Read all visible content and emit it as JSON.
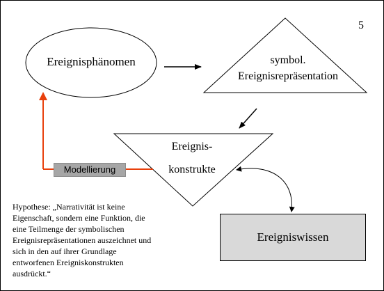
{
  "slide": {
    "page_number": "5"
  },
  "nodes": {
    "ellipse_label": "Ereignisphänomen",
    "triangle_up_lines": [
      "symbol.",
      "Ereignisrepräsentation"
    ],
    "triangle_down_lines": [
      "Ereignis-",
      "konstrukte"
    ],
    "model_label": "Modellierung",
    "knowledge_label": "Ereigniswissen"
  },
  "hypothesis_lines": [
    "Hypothese: „Narrativität ist keine",
    "Eigenschaft, sondern eine Funktion, die",
    "eine Teilmenge der symbolischen",
    "Ereignisrepräsentationen auszeichnet und",
    "sich in den auf ihrer Grundlage",
    "entworfenen Ereigniskonstrukten",
    "ausdrückt.“"
  ],
  "colors": {
    "feedback_line": "#e8400c",
    "model_box": "#a6a6a6",
    "knowledge_box": "#d9d9d9"
  }
}
